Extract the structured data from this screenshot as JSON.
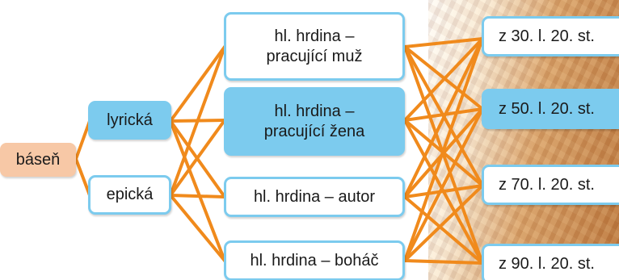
{
  "root": {
    "label": "báseň"
  },
  "types": [
    {
      "label": "lyrická"
    },
    {
      "label": "epická"
    }
  ],
  "heroes": [
    {
      "label": "hl. hrdina –\npracující muž"
    },
    {
      "label": "hl. hrdina –\npracující žena"
    },
    {
      "label": "hl. hrdina – autor"
    },
    {
      "label": "hl. hrdina – boháč"
    }
  ],
  "eras": [
    {
      "label": "z 30. l. 20. st."
    },
    {
      "label": "z 50. l. 20. st."
    },
    {
      "label": "z 70. l. 20. st."
    },
    {
      "label": "z 90. l. 20. st."
    }
  ],
  "colors": {
    "connector": "#f08a1c",
    "box_border": "#7ccbee",
    "box_fill_highlight": "#7ccbee",
    "root_fill": "#f7c8a6"
  }
}
